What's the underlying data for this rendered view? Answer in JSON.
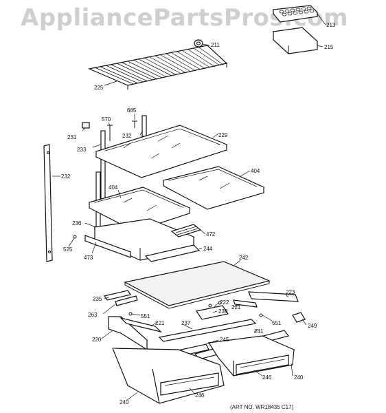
{
  "watermark": "AppliancePartsPros.com",
  "art_number": "(ART NO. WR18435 C17)",
  "parts": [
    {
      "id": "p211",
      "num": "211"
    },
    {
      "id": "p213",
      "num": "213"
    },
    {
      "id": "p215",
      "num": "215"
    },
    {
      "id": "p225",
      "num": "225"
    },
    {
      "id": "p685",
      "num": "685"
    },
    {
      "id": "p570",
      "num": "570"
    },
    {
      "id": "p231",
      "num": "231"
    },
    {
      "id": "p232a",
      "num": "232"
    },
    {
      "id": "p229",
      "num": "229"
    },
    {
      "id": "p233",
      "num": "233"
    },
    {
      "id": "p232b",
      "num": "232"
    },
    {
      "id": "p404a",
      "num": "404"
    },
    {
      "id": "p404b",
      "num": "404"
    },
    {
      "id": "p236",
      "num": "236"
    },
    {
      "id": "p472",
      "num": "472"
    },
    {
      "id": "p525",
      "num": "525"
    },
    {
      "id": "p473",
      "num": "473"
    },
    {
      "id": "p244",
      "num": "244"
    },
    {
      "id": "p242",
      "num": "242"
    },
    {
      "id": "p223",
      "num": "223"
    },
    {
      "id": "p235",
      "num": "235"
    },
    {
      "id": "p222",
      "num": "222"
    },
    {
      "id": "p221a",
      "num": "221"
    },
    {
      "id": "p263",
      "num": "263"
    },
    {
      "id": "p551a",
      "num": "551"
    },
    {
      "id": "p239",
      "num": "239"
    },
    {
      "id": "p551b",
      "num": "551"
    },
    {
      "id": "p249",
      "num": "249"
    },
    {
      "id": "p221b",
      "num": "221"
    },
    {
      "id": "p237",
      "num": "237"
    },
    {
      "id": "p241",
      "num": "241"
    },
    {
      "id": "p220",
      "num": "220"
    },
    {
      "id": "p245",
      "num": "245"
    },
    {
      "id": "p246a",
      "num": "246"
    },
    {
      "id": "p240a",
      "num": "240"
    },
    {
      "id": "p240b",
      "num": "240"
    },
    {
      "id": "p246b",
      "num": "246"
    }
  ]
}
